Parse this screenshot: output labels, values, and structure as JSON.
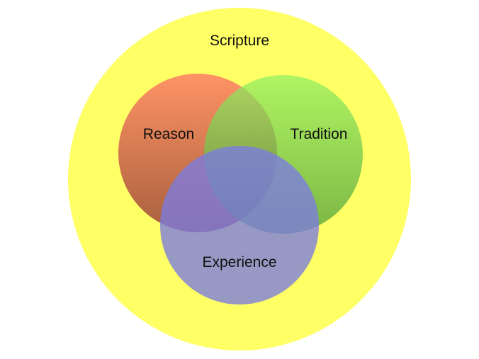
{
  "diagram": {
    "type": "venn",
    "outer": {
      "label": "Scripture",
      "color": "#FFFF66"
    },
    "circles": [
      {
        "key": "reason",
        "label": "Reason",
        "color_top": "#FF8A65",
        "color_bottom": "#A0523A"
      },
      {
        "key": "tradition",
        "label": "Tradition",
        "color_top": "#90F060",
        "color_bottom": "#4A9A38"
      },
      {
        "key": "experience",
        "label": "Experience",
        "color": "#7B7BE0"
      }
    ]
  }
}
